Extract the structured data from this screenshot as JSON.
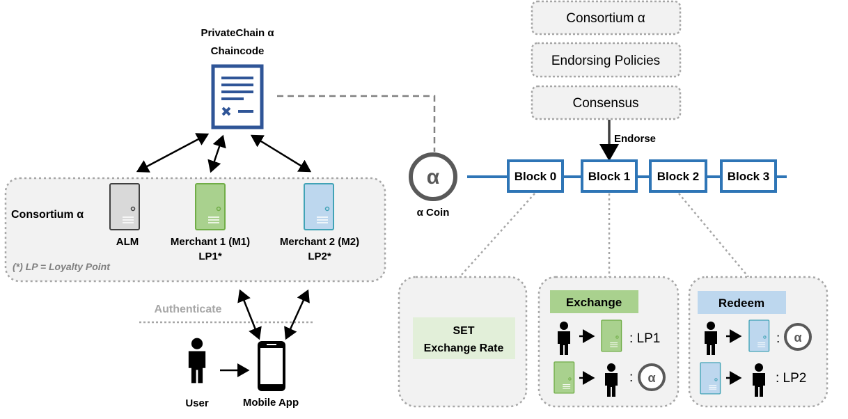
{
  "chaincode": {
    "title_line1": "PrivateChain  α",
    "title_line2": "Chaincode"
  },
  "consortium_panel": {
    "label": "Consortium  α",
    "note": "(*) LP = Loyalty Point",
    "alm_label": "ALM",
    "m1_label_line1": "Merchant 1 (M1)",
    "m1_label_line2": "LP1*",
    "m2_label_line1": "Merchant 2 (M2)",
    "m2_label_line2": "LP2*"
  },
  "authenticate_label": "Authenticate",
  "user_label": "User",
  "mobile_app_label": "Mobile App",
  "coin": {
    "symbol": "α",
    "label": "α Coin"
  },
  "stack": [
    "Consortium α",
    "Endorsing Policies",
    "Consensus"
  ],
  "endorse_label": "Endorse",
  "blocks": [
    "Block 0",
    "Block 1",
    "Block 2",
    "Block 3"
  ],
  "block0_detail": {
    "line1": "SET",
    "line2": "Exchange Rate"
  },
  "block1_detail": {
    "header": "Exchange",
    "row1_suffix": ": LP1",
    "row2_colon": ":",
    "coin_symbol": "α"
  },
  "block2_detail": {
    "header": "Redeem",
    "row1_colon": ":",
    "coin_symbol": "α",
    "row2_suffix": ": LP2"
  },
  "colors": {
    "blue": "#2f5597",
    "block_line": "#2e75b6",
    "gray_dash": "#a6a6a6",
    "panel_fill": "#f2f2f2",
    "green_fill": "#a9d18e",
    "green_light": "#e2efd9",
    "green_stroke": "#70ad47",
    "teal_fill": "#bdd7ee",
    "teal_stroke": "#41a3b6",
    "redeem_fill": "#bdd7ee"
  }
}
